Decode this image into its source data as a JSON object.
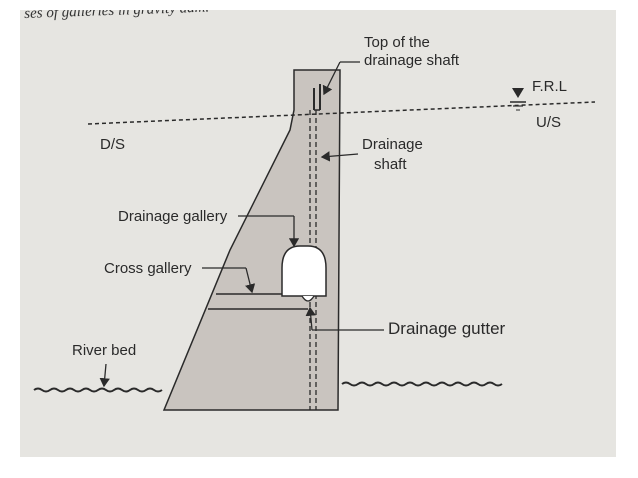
{
  "header": {
    "text": "ses of galleries in gravity dam."
  },
  "labels": {
    "top_of_shaft_line1": "Top of the",
    "top_of_shaft_line2": "drainage shaft",
    "frl": "F.R.L",
    "us": "U/S",
    "ds": "D/S",
    "drainage_shaft_line1": "Drainage",
    "drainage_shaft_line2": "shaft",
    "drainage_gallery": "Drainage gallery",
    "cross_gallery": "Cross gallery",
    "drainage_gutter": "Drainage gutter",
    "river_bed": "River bed"
  },
  "colors": {
    "photo_background": "#e6e5e1",
    "dam_fill": "#c9c4bf",
    "ink": "#2a2a2a"
  }
}
